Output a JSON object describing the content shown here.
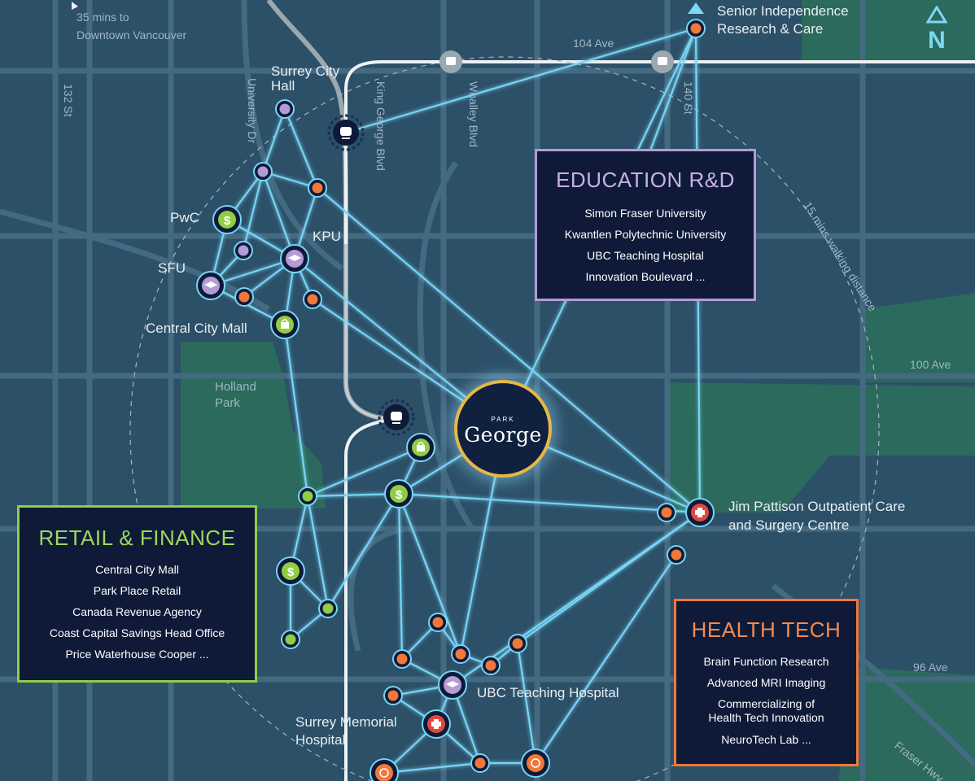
{
  "map": {
    "downtown_note": "35 mins to\nDowntown Vancouver",
    "north_label": "N",
    "walk_radius_label": "15 mins walking distance",
    "streets": {
      "ave_104": "104 Ave",
      "ave_100": "100 Ave",
      "ave_96": "96 Ave",
      "st_132": "132 St",
      "university_dr": "University Dr",
      "king_george": "King George Blvd",
      "whalley": "Whalley Blvd",
      "st_140": "140 St",
      "fraser_hwy": "Fraser Hwy"
    },
    "places": {
      "surrey_city_hall": "Surrey City\nHall",
      "pwc": "PwC",
      "sfu": "SFU",
      "kpu": "KPU",
      "central_city_mall": "Central City Mall",
      "holland_park": "Holland\nPark",
      "senior_independence": "Senior Independence\nResearch & Care",
      "jim_pattison": "Jim Pattison Outpatient Care\nand Surgery Centre",
      "ubc_hospital": "UBC Teaching Hospital",
      "surrey_memorial": "Surrey Memorial\nHospital"
    },
    "center_logo": {
      "small": "PARK",
      "big": "George"
    },
    "boxes": {
      "education": {
        "title": "EDUCATION R&D",
        "items": [
          "Simon Fraser University",
          "Kwantlen Polytechnic University",
          "UBC Teaching Hospital",
          "Innovation Boulevard ..."
        ]
      },
      "retail": {
        "title": "RETAIL & FINANCE",
        "items": [
          "Central City Mall",
          "Park Place Retail",
          "Canada Revenue Agency",
          "Coast Capital Savings Head Office",
          "Price Waterhouse Cooper ..."
        ]
      },
      "health": {
        "title": "HEALTH TECH",
        "items": [
          "Brain Function Research",
          "Advanced MRI Imaging",
          "Commercializing of\nHealth Tech Innovation",
          "NeuroTech Lab ..."
        ]
      }
    },
    "colors": {
      "background": "#2c5068",
      "park_green": "#2b6a5c",
      "connection": "#78d4f5",
      "education": "#b39bd6",
      "retail": "#8fcd45",
      "health": "#f0783a",
      "logo_ring": "#e6b847"
    },
    "icons": {
      "node_money": "dollar-sign",
      "node_shopping": "shopping-bag",
      "node_education": "graduation-cap",
      "node_hospital": "medical-cross",
      "node_brain": "brain",
      "transit": "skytrain"
    }
  }
}
